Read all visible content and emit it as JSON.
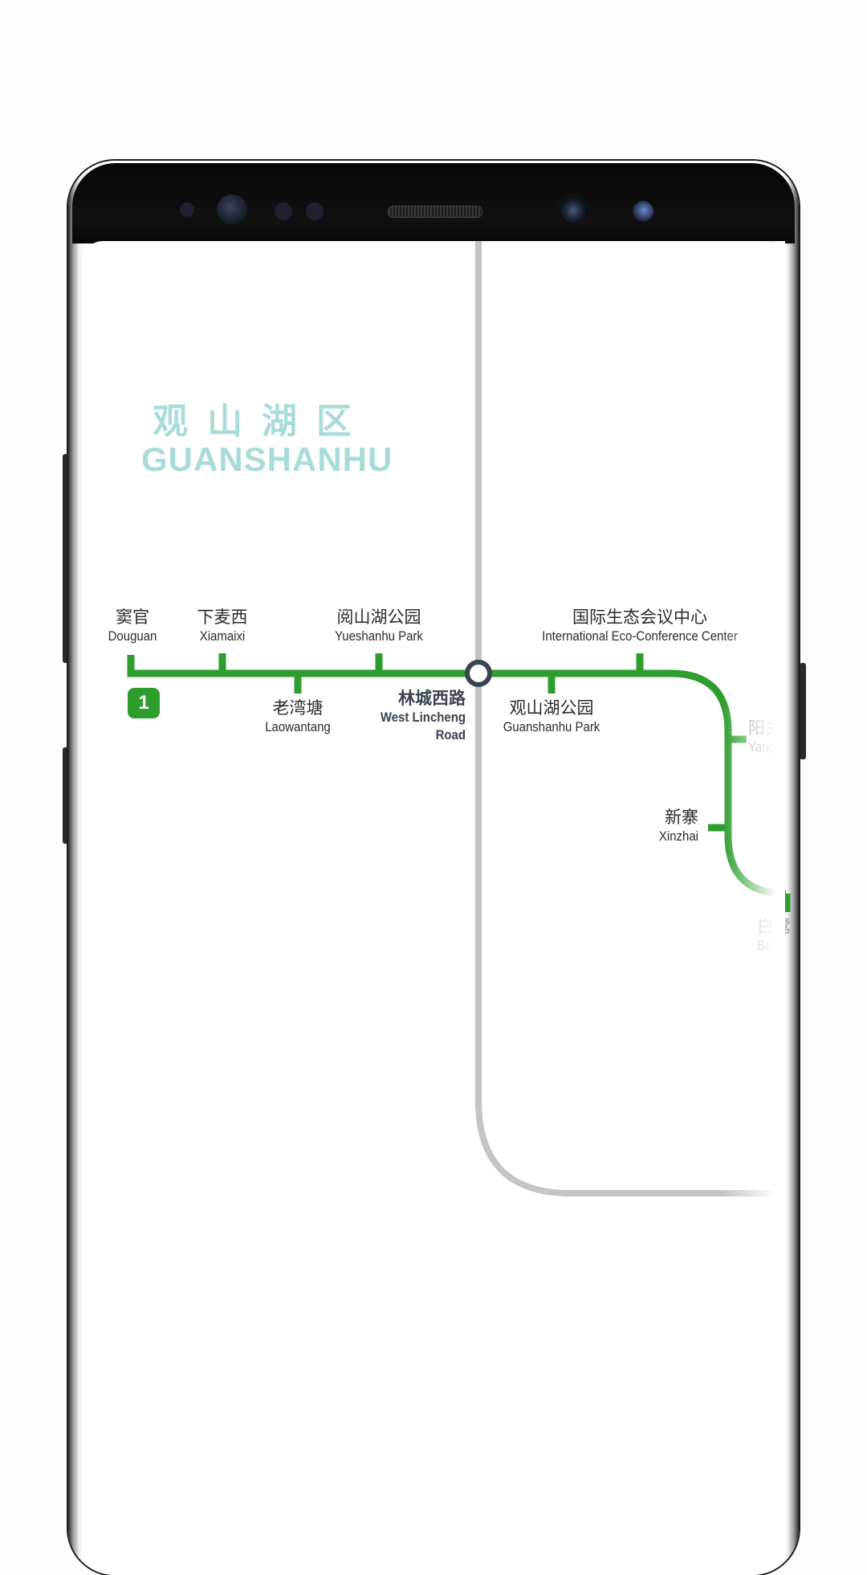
{
  "district": {
    "name_zh": "观山湖区",
    "name_en": "GUANSHANHU"
  },
  "colors": {
    "line1": "#2e9d2e",
    "transfer_line": "#c4c4c4",
    "district_label": "#a9dcd8",
    "transfer_ring": "#3a4350"
  },
  "line": {
    "badge": "1"
  },
  "stations": [
    {
      "zh": "窦官",
      "en": "Douguan"
    },
    {
      "zh": "下麦西",
      "en": "Xiamaixi"
    },
    {
      "zh": "老湾塘",
      "en": "Laowantang"
    },
    {
      "zh": "阅山湖公园",
      "en": "Yueshanhu Park"
    },
    {
      "zh": "林城西路",
      "en_1": "West Lincheng",
      "en_2": "Road"
    },
    {
      "zh": "观山湖公园",
      "en": "Guanshanhu Park"
    },
    {
      "zh": "国际生态会议中心",
      "en": "International Eco-Conference Center"
    },
    {
      "zh": "阳关",
      "en": "Yangg"
    },
    {
      "zh": "新寨",
      "en": "Xinzhai"
    },
    {
      "zh": "白鹭",
      "en": "Bail"
    }
  ]
}
